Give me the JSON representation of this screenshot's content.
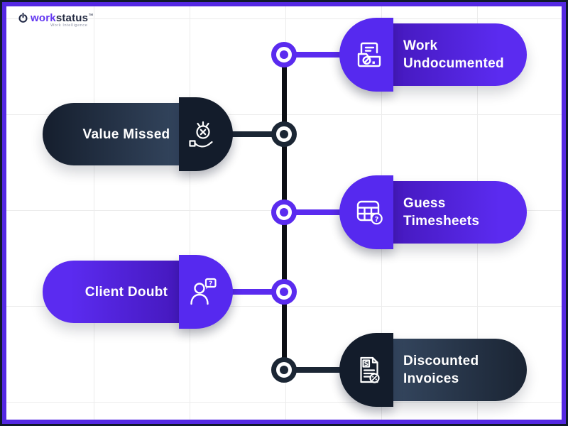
{
  "logo": {
    "brand_first": "work",
    "brand_second": "status",
    "trademark": "™",
    "tagline": "Work Intelligence",
    "icon": "stopwatch-icon"
  },
  "colors": {
    "accent_purple": "#5629ef",
    "deep_purple": "#3b10a6",
    "frame_purple": "#5428e2",
    "navy": "#131c2b",
    "navy_light": "#3e536f",
    "spine_black": "#0c0e14",
    "grid_line": "#ececec",
    "text": "#ffffff"
  },
  "timeline": {
    "items": [
      {
        "label_lines": [
          "Work",
          "Undocumented"
        ],
        "side": "right",
        "theme": "purple",
        "icon": "undocumented-work-icon"
      },
      {
        "label_lines": [
          "Value Missed"
        ],
        "side": "left",
        "theme": "dark",
        "icon": "missed-value-hand-coin-icon"
      },
      {
        "label_lines": [
          "Guess",
          "Timesheets"
        ],
        "side": "right",
        "theme": "purple",
        "icon": "timesheet-question-icon"
      },
      {
        "label_lines": [
          "Client Doubt"
        ],
        "side": "left",
        "theme": "purple",
        "icon": "client-question-icon"
      },
      {
        "label_lines": [
          "Discounted",
          "Invoices"
        ],
        "side": "right",
        "theme": "dark",
        "icon": "discounted-invoice-icon"
      }
    ]
  }
}
